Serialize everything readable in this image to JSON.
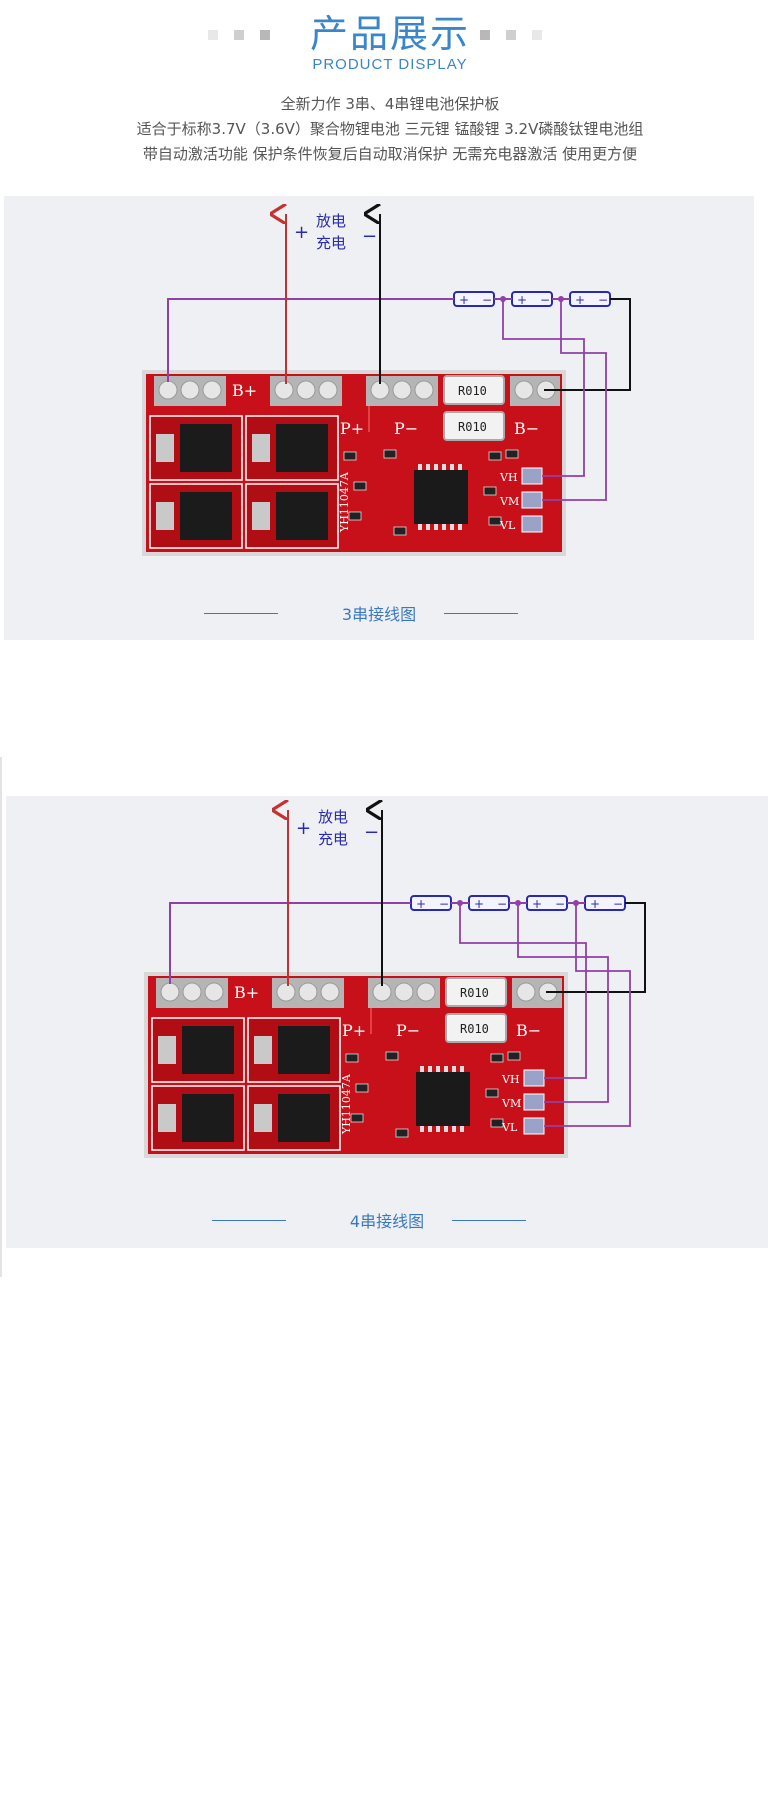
{
  "header": {
    "title": "产品展示",
    "subtitle": "PRODUCT DISPLAY",
    "square_colors": [
      "#e8e8e8",
      "#cfcfcf",
      "#b8b8b8",
      "#b8b8b8",
      "#cfcfcf",
      "#e8e8e8"
    ]
  },
  "intro": {
    "lines": [
      "全新力作 3串、4串锂电池保护板",
      "适合于标称3.7V（3.6V）聚合物锂电池 三元锂 锰酸锂 3.2V磷酸钛锂电池组",
      "带自动激活功能 保护条件恢复后自动取消保护 无需充电器激活 使用更方便"
    ]
  },
  "diagrams": [
    {
      "caption": "3串接线图",
      "cells": 3,
      "labels": {
        "discharge": "放电",
        "charge": "充电",
        "plus": "+",
        "minus": "−",
        "b_plus": "B+",
        "p_plus": "P+",
        "p_minus": "P−",
        "b_minus": "B−",
        "vh": "VH",
        "vm": "VM",
        "vl": "VL",
        "resistor_1": "R010",
        "resistor_2": "R010",
        "model": "YH11047A",
        "cell_plus": "+",
        "cell_minus": "−"
      }
    },
    {
      "caption": "4串接线图",
      "cells": 4,
      "labels": {
        "discharge": "放电",
        "charge": "充电",
        "plus": "+",
        "minus": "−",
        "b_plus": "B+",
        "p_plus": "P+",
        "p_minus": "P−",
        "b_minus": "B−",
        "vh": "VH",
        "vm": "VM",
        "vl": "VL",
        "resistor_1": "R010",
        "resistor_2": "R010",
        "model": "YH11047A",
        "cell_plus": "+",
        "cell_minus": "−"
      }
    }
  ],
  "colors": {
    "accent": "#3a86c8",
    "pcb": "#c8101a",
    "positive_wire": "#c83030",
    "negative_wire": "#111111",
    "balance_wire": "#9040a8",
    "battery": "#2a2ab0"
  }
}
